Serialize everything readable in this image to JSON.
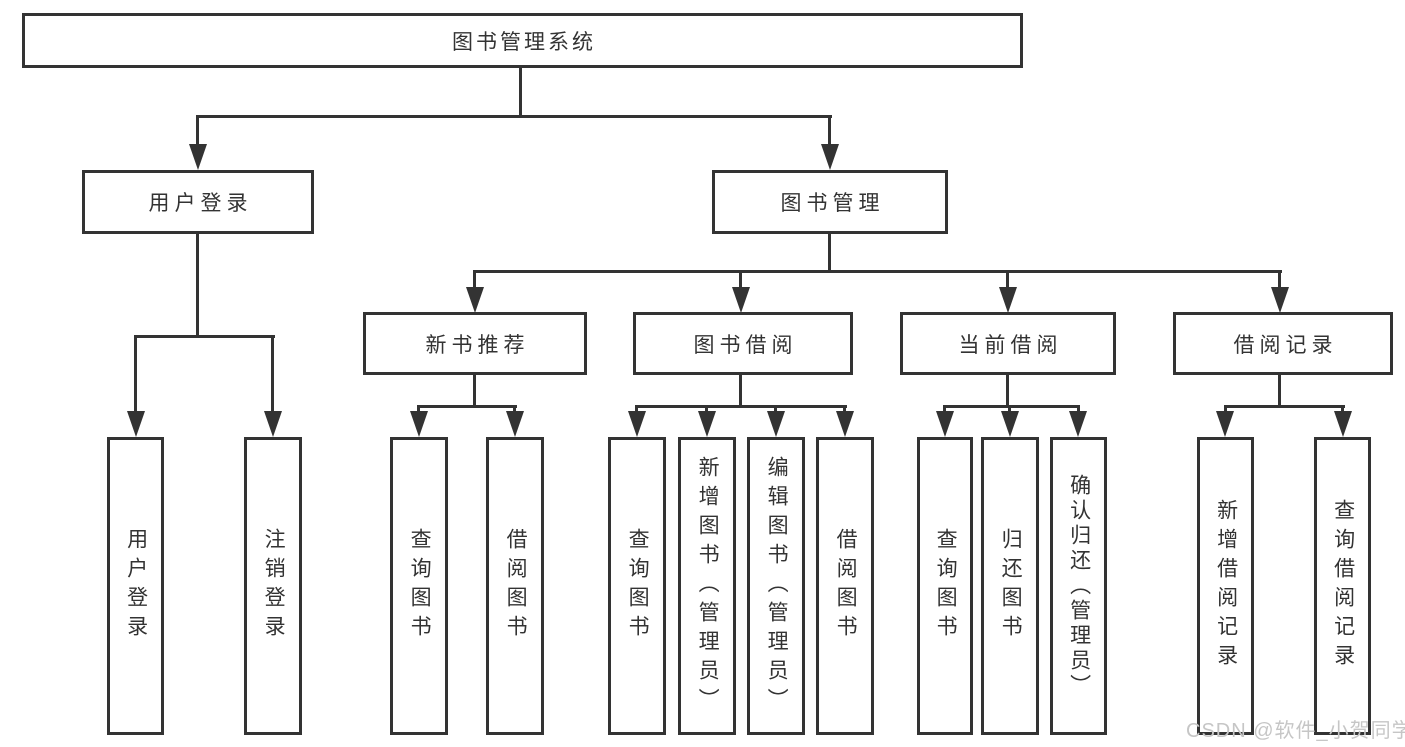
{
  "diagram_title": "图书管理系统",
  "watermark": "CSDN @软件_小贺同学",
  "tree": {
    "label": "图书管理系统",
    "children": [
      {
        "label": "用户登录",
        "children": [
          {
            "label": "用户登录"
          },
          {
            "label": "注销登录"
          }
        ]
      },
      {
        "label": "图书管理",
        "children": [
          {
            "label": "新书推荐",
            "children": [
              {
                "label": "查询图书"
              },
              {
                "label": "借阅图书"
              }
            ]
          },
          {
            "label": "图书借阅",
            "children": [
              {
                "label": "查询图书"
              },
              {
                "label": "新增图书（管理员）"
              },
              {
                "label": "编辑图书（管理员）"
              },
              {
                "label": "借阅图书"
              }
            ]
          },
          {
            "label": "当前借阅",
            "children": [
              {
                "label": "查询图书"
              },
              {
                "label": "归还图书"
              },
              {
                "label": "确认归还（管理员）"
              }
            ]
          },
          {
            "label": "借阅记录",
            "children": [
              {
                "label": "新增借阅记录"
              },
              {
                "label": "查询借阅记录"
              }
            ]
          }
        ]
      }
    ]
  }
}
